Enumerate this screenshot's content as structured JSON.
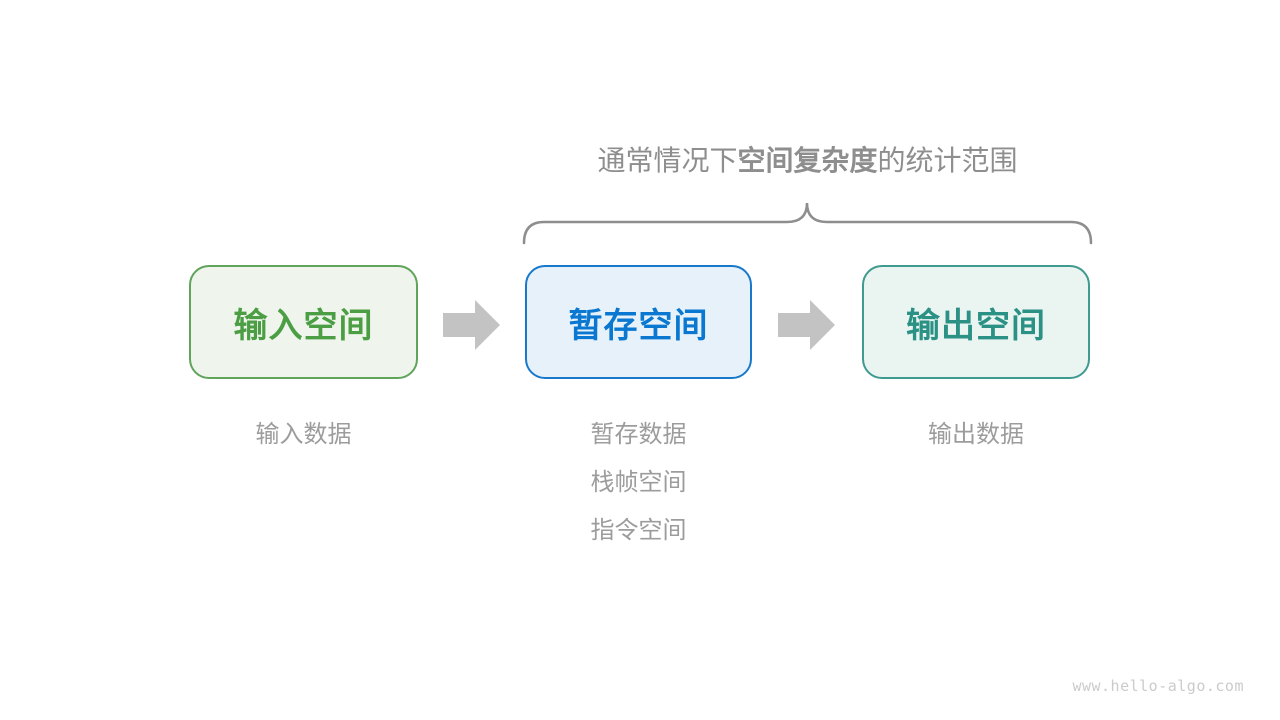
{
  "title": {
    "prefix": "通常情况下",
    "bold": "空间复杂度",
    "suffix": "的统计范围"
  },
  "boxes": [
    {
      "id": "input-space",
      "label": "输入空间",
      "text_color": "#4B9E43",
      "border_color": "#5FA45A",
      "bg_color": "#EFF5ED"
    },
    {
      "id": "buffer-space",
      "label": "暂存空间",
      "text_color": "#0A78D0",
      "border_color": "#1879CC",
      "bg_color": "#E7F1FA"
    },
    {
      "id": "output-space",
      "label": "输出空间",
      "text_color": "#2B9185",
      "border_color": "#3F9A8F",
      "bg_color": "#EAF4F1"
    }
  ],
  "notes": {
    "input": [
      "输入数据"
    ],
    "buffer": [
      "暂存数据",
      "栈帧空间",
      "指令空间"
    ],
    "output": [
      "输出数据"
    ]
  },
  "icons": {
    "arrow_right": "thick right-pointing block arrow",
    "brace": "upward-pointing horizontal curly brace"
  },
  "colors": {
    "arrow": "#C3C3C3",
    "brace": "#8E8E8E",
    "title_text": "#8E8E8E",
    "note_text": "#9C9C9C",
    "watermark_text": "#CBCBCB",
    "background": "#FFFFFF"
  },
  "watermark": "www.hello-algo.com"
}
